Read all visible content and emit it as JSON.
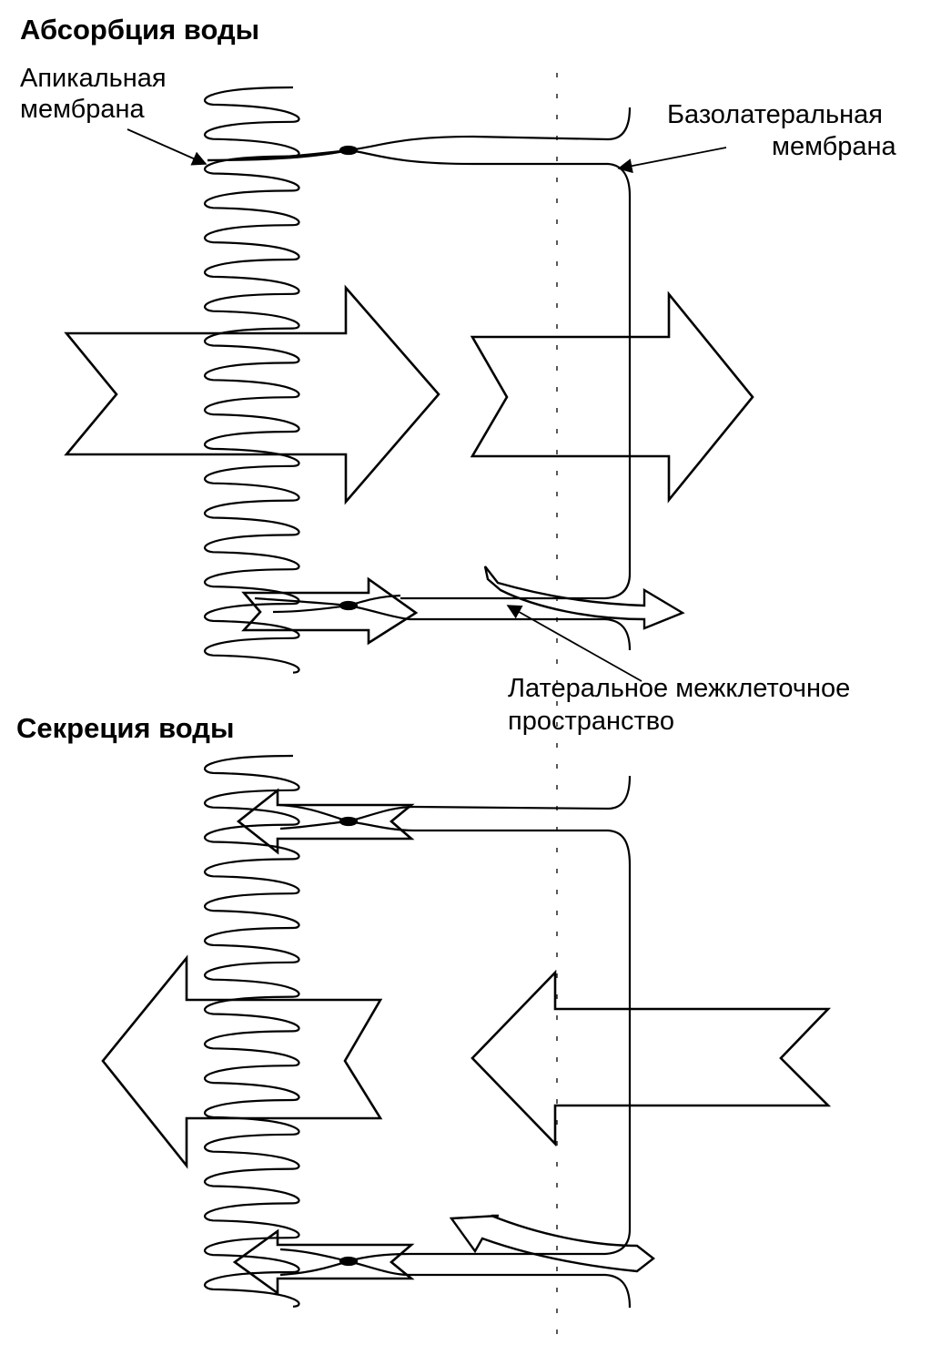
{
  "absorption": {
    "title": "Абсорбция воды",
    "apical_label_line1": "Апикальная",
    "apical_label_line2": "мембрана",
    "basolateral_label_line1": "Базолатеральная",
    "basolateral_label_line2": "мембрана",
    "lateral_space_label_line1": "Латеральное межклеточное",
    "lateral_space_label_line2": "пространство"
  },
  "secretion": {
    "title": "Секреция воды"
  },
  "colors": {
    "stroke": "#000000",
    "background": "#ffffff"
  }
}
